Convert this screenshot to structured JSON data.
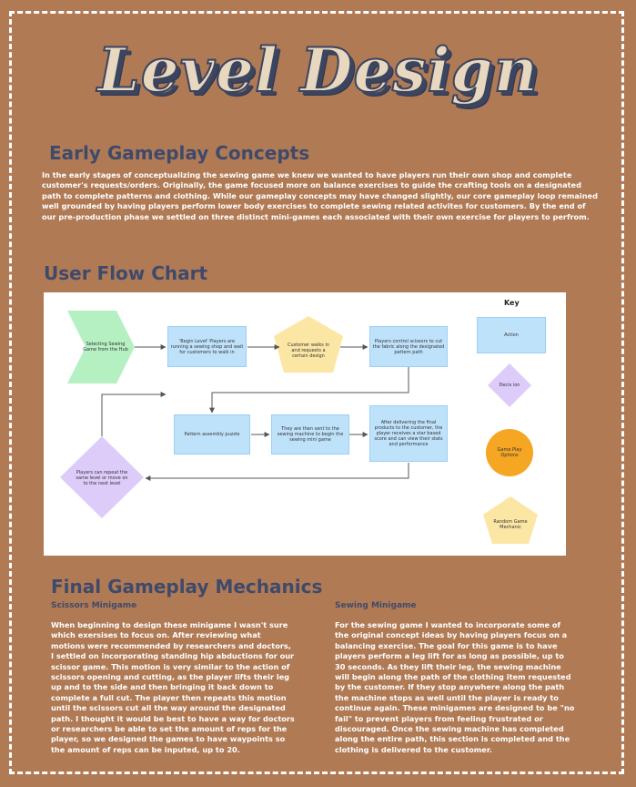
{
  "title": "Level Design",
  "early": {
    "heading": "Early Gameplay Concepts",
    "body": "In the early stages of conceptualizing the sewing game we knew we wanted to have players run their own shop and complete customer's requests/orders. Originally, the game focused more on balance exercises to guide the crafting tools on a designated path to complete patterns and clothing. While our gameplay concepts may have changed slightly, our core gameplay loop remained well grounded by having players perform lower body exercises to complete sewing related activites for customers. By the end of our pre-production phase we settled on three distinct mini-games each associated with their own exercise for players to perfrom."
  },
  "flow": {
    "heading": "User Flow Chart",
    "key_title": "Key",
    "nodes": {
      "start": "Selecting Sewing Game from the Hub",
      "begin": "'Begin Level' Players are running a sewing shop and wait for customers to walk in",
      "customer": "Customer walks in and requests a certain design",
      "scissors": "Players control scissors to cut the fabric along the designated pattern path",
      "pattern": "Pattern assembly puzzle",
      "sent": "They are then sent to the sewing machine to begin the sewing mini game",
      "deliver": "After delivering the final products to the customer, the player receives a star based score and can view their stats and performance",
      "repeat": "Players can repeat the same level or move on to the next level"
    },
    "key": {
      "action": "Action",
      "decision": "Decis ion",
      "options": "Game Play Options",
      "random": "Random Game Mechanic"
    }
  },
  "final": {
    "heading": "Final Gameplay Mechanics",
    "scissors_heading": "Scissors Minigame",
    "scissors_body": "When beginning to design these minigame I wasn't sure which exersises to focus on. After reviewing what motions were recommended by researchers and doctors, I settled on incorporating standing hip abductions for our scissor game. This motion is very similar to the action of scissors opening and cutting, as the player lifts their leg up and to the side and then bringing it back down to complete a full cut. The player then repeats this motion until the scissors cut all the way around the designated path. I thought it would be best to have a way for doctors or researchers be able to set the amount of reps for the player, so we designed the games to have waypoints so the amount of reps can be inputed, up to 20.",
    "sewing_heading": "Sewing Minigame",
    "sewing_body": "For the sewing game I wanted to incorporate some of the original concept ideas by having players focus on a balancing exercise. The goal for this game is to have players perform a leg lift for as long as possible, up to 30 seconds. As they lift their leg, the sewing machine will begin along the path of the clothing item requested by the customer. If they stop anywhere along the path the machine stops as well until the player is ready to continue again. These minigames are designed to be \"no fail\" to prevent players from feeling frustrated or discouraged. Once the sewing machine has completed along the entire path, this section is completed and the clothing is delivered to the customer."
  },
  "colors": {
    "background": "#b07a55",
    "heading": "#3f4a6b",
    "action": "#bfe2fb",
    "start": "#b5f0c2",
    "customer": "#fce6a4",
    "decision": "#ddcbfa",
    "options": "#f5a623"
  }
}
